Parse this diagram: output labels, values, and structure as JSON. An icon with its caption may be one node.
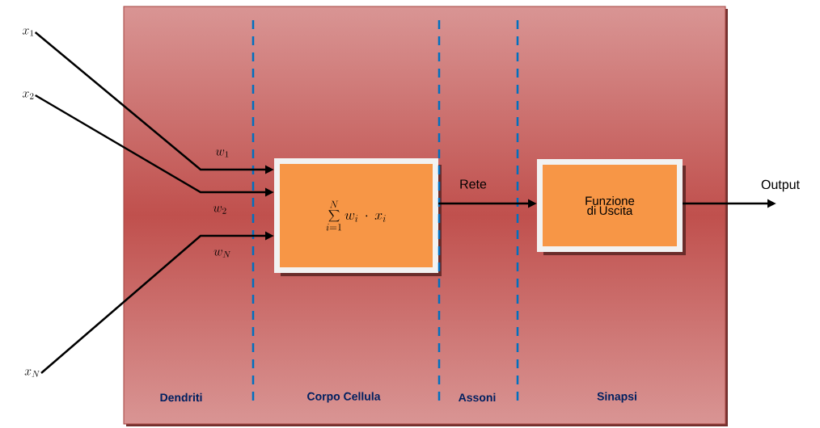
{
  "diagram": {
    "nodes": [
      {
        "text": [],
        "shape": "box"
      },
      {
        "text": [
          "x_1"
        ]
      },
      {
        "text": [
          "x_2"
        ]
      },
      {
        "text": [
          "x_N"
        ]
      },
      {
        "text": [
          "\\sum_{i=1}^{N} w_i \\cdot x_i"
        ],
        "in": 0
      },
      {
        "text": [
          "Funzione di Uscita"
        ],
        "in": 0
      }
    ],
    "edges": [
      {
        "from": 1,
        "to": 4,
        "arrow": "to",
        "label": "w_1"
      },
      {
        "from": 2,
        "to": 4,
        "arrow": "to",
        "label": "w_2"
      },
      {
        "from": 3,
        "to": 4,
        "arrow": "to",
        "label": "w_N"
      },
      {
        "from": 4,
        "to": 5,
        "arrow": "to",
        "label": "Rete"
      },
      {
        "from": 5,
        "to": null,
        "arrow": "to",
        "label": "Output"
      }
    ],
    "labels": [
      "Dendriti",
      "Corpo Cellula",
      "Assoni",
      "Sinapsi"
    ]
  }
}
